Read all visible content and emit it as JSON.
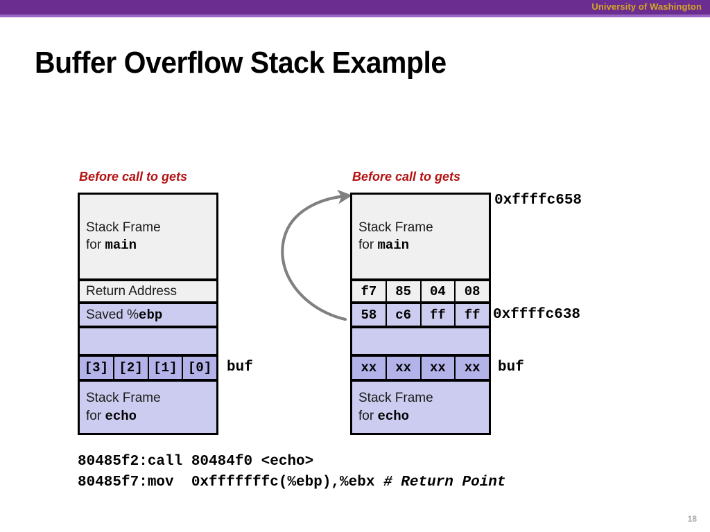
{
  "header": {
    "org": "University of Washington",
    "bar_color": "#6b2d90",
    "accent_color": "#9a68c4",
    "org_color": "#d6a723"
  },
  "title": "Buffer Overflow Stack Example",
  "captions": {
    "left": "Before call to gets",
    "right": "Before call to gets",
    "color": "#b41111"
  },
  "left_diagram": {
    "rows": {
      "main_frame_line1": "Stack Frame",
      "main_frame_line2_prefix": "for ",
      "main_frame_line2_mono": "main",
      "return_address": "Return Address",
      "saved_ebp_prefix": "Saved %",
      "saved_ebp_mono": "ebp",
      "padding": "",
      "echo_frame_line1": "Stack Frame",
      "echo_frame_line2_prefix": "for ",
      "echo_frame_line2_mono": "echo"
    },
    "buf_cells": [
      "[3]",
      "[2]",
      "[1]",
      "[0]"
    ],
    "buf_label": "buf",
    "colors": {
      "main_frame": "#f0f0f0",
      "return_address": "#f0f0f0",
      "saved_ebp": "#ccccf0",
      "padding": "#ccccf0",
      "buf": "#b3b3ea",
      "echo_frame": "#ccccf0"
    }
  },
  "right_diagram": {
    "rows": {
      "main_frame_line1": "Stack Frame",
      "main_frame_line2_prefix": "for ",
      "main_frame_line2_mono": "main",
      "echo_frame_line1": "Stack Frame",
      "echo_frame_line2_prefix": "for ",
      "echo_frame_line2_mono": "echo"
    },
    "return_address_cells": [
      "f7",
      "85",
      "04",
      "08"
    ],
    "saved_ebp_cells": [
      "58",
      "c6",
      "ff",
      "ff"
    ],
    "buf_cells": [
      "xx",
      "xx",
      "xx",
      "xx"
    ],
    "buf_label": "buf",
    "address_top": "0xffffc658",
    "address_ebp": "0xffffc638",
    "colors": {
      "main_frame": "#f0f0f0",
      "return_address": "#f0f0f0",
      "saved_ebp": "#ccccf0",
      "padding": "#ccccf0",
      "buf": "#b3b3ea",
      "echo_frame": "#ccccf0"
    }
  },
  "arrow": {
    "color": "#808080",
    "name": "overflow-curved-arrow"
  },
  "code": {
    "line1": "80485f2:call 80484f0 <echo>",
    "line2_code": "80485f7:mov  0xfffffffc(%ebp),%ebx ",
    "line2_comment": "# Return Point"
  },
  "page_number": "18"
}
